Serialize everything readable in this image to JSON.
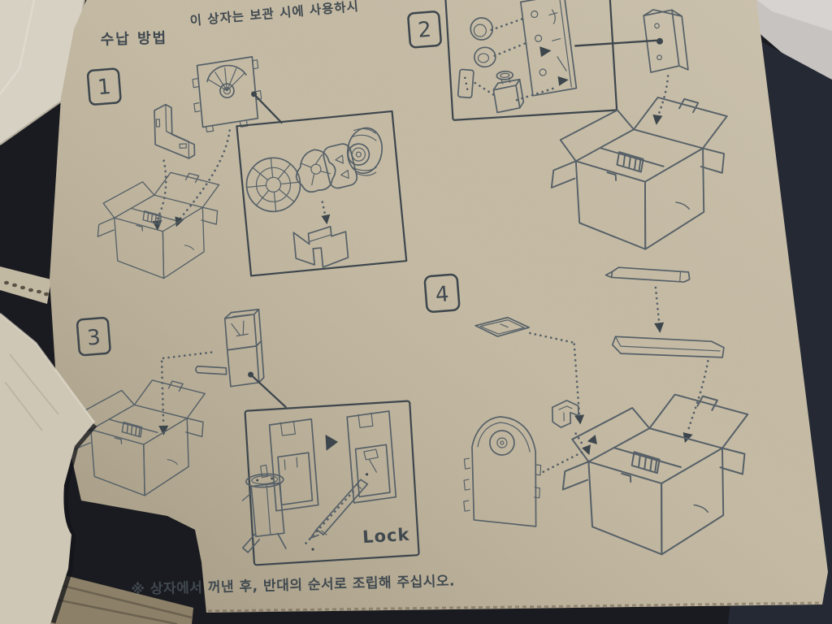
{
  "sheet": {
    "title": "수납 방법",
    "top_note": "이 상자는 보관 시에 사용하시",
    "footer_note": "※ 상자에서 꺼낸 후, 반대의 순서로 조립해 주십시오.",
    "lock_label": "Lock",
    "steps": [
      {
        "number": "1"
      },
      {
        "number": "2"
      },
      {
        "number": "3"
      },
      {
        "number": "4"
      }
    ]
  },
  "colors": {
    "bg_dark": "#1a1b20",
    "floor_gray": "#c7c3c1",
    "floor_gray_light": "#dad7d5",
    "dark_object": "#242933",
    "flap_top_left": "#d7d1c3",
    "flap_bottom_left": "#cec7b5",
    "cardboard_strip": "#8d8068",
    "sheet": "#c8beа8",
    "sheet_fill": "#c8bea8",
    "sheet_shadow": "#ac9f85",
    "ink": "#566067",
    "ink_dark": "#3d464c",
    "text": "#40494f"
  }
}
